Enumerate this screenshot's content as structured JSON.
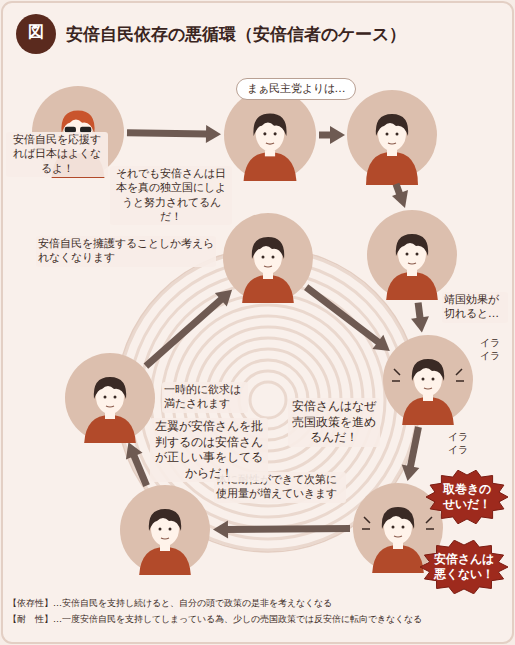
{
  "diagram": {
    "title": "安倍自民依存の悪循環（安倍信者のケース）",
    "nodes": [
      {
        "text": [
          "安倍自民を応援すれば日本はよくなるよ！"
        ]
      },
      {
        "text": [
          "まぁ民主党よりは…"
        ]
      },
      {
        "text": [
          "靖国効果が切れると…"
        ]
      },
      {
        "text": [
          "安倍さんはなぜ売国政策を進めるんだ！"
        ]
      },
      {
        "text": [
          "取巻きのせいだ！",
          "安倍さんは悪くない！",
          "体に耐性ができて次第に使用量が増えていきます"
        ]
      },
      {
        "text": [
          "左翼が安倍さんを批判するのは安倍さんが正しい事をしてるからだ！"
        ]
      },
      {
        "text": [
          "一時的に欲求は満たされます"
        ]
      },
      {
        "text": [
          "それでも安倍さんは日本を真の独立国にしようと努力されてるんだ！",
          "安倍自民を擁護することしか考えられなくなります"
        ]
      }
    ],
    "edges": [
      {
        "from": 0,
        "to": 1,
        "arrow": "to"
      },
      {
        "from": 2,
        "to": 3,
        "arrow": "to"
      },
      {
        "from": 3,
        "to": 4,
        "arrow": "to"
      },
      {
        "from": 4,
        "to": 5,
        "arrow": "to"
      },
      {
        "from": 5,
        "to": 6,
        "arrow": "to"
      },
      {
        "from": 6,
        "to": 7,
        "arrow": "to"
      },
      {
        "from": 7,
        "to": 3,
        "arrow": "to"
      }
    ],
    "labels": [
      "図",
      "イライラ",
      "イライラ",
      "【依存性】…安倍自民を支持し続けると、自分の頭で政策の是非を考えなくなる",
      "【耐　性】…一度安倍自民を支持してしまっている為、少しの売国政策では反安倍に転向できなくなる"
    ]
  }
}
